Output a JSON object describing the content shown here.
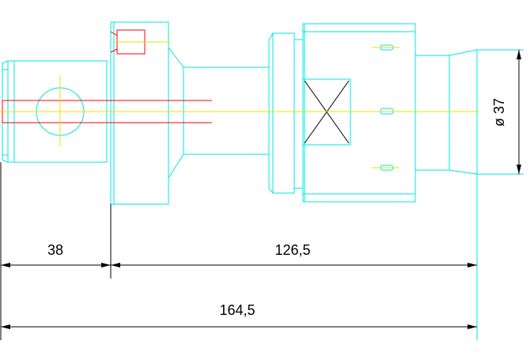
{
  "colors": {
    "outline": "#00e5e5",
    "centerline": "#e6e600",
    "hidden": "#ff0000",
    "dimension": "#000000",
    "background": "#ffffff"
  },
  "dimensions": {
    "left_length": "38",
    "right_length": "126,5",
    "overall_length": "164,5",
    "diameter": "ø 37"
  }
}
